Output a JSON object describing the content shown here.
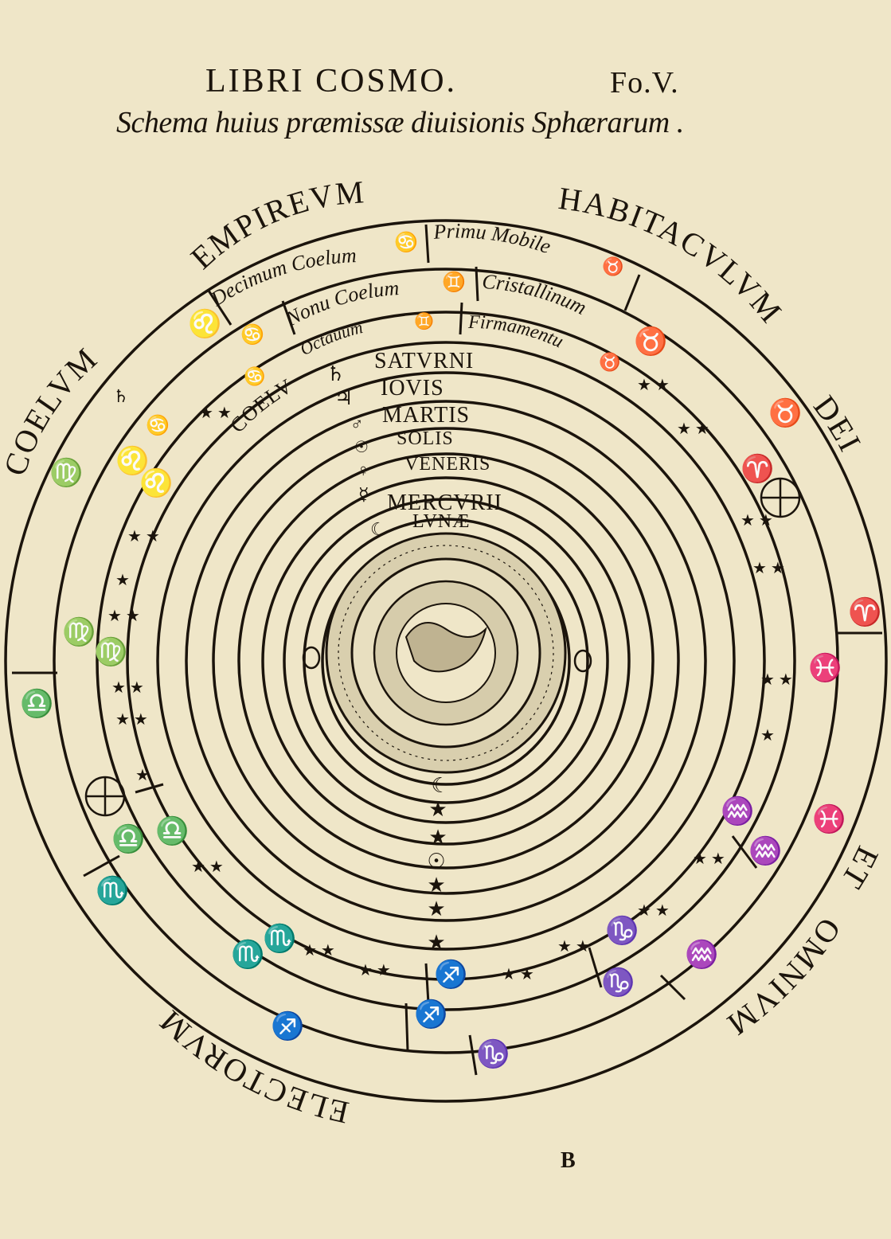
{
  "header": {
    "running_title": "LIBRI COSMO.",
    "folio": "Fo.V.",
    "caption": "Schema huius præmissæ diuisionis Sphærarum ."
  },
  "diagram": {
    "outer_arcs": [
      "EMPIREVM",
      "HABITACVLVM",
      "DEI",
      "ET",
      "OMNIVM",
      "ELECTORVM",
      "COELVM"
    ],
    "heavens": [
      "Decimum Coelum",
      "Primu Mobile",
      "Nonu Coelum",
      "Cristallinum",
      "Octauum",
      "Firmamentu"
    ],
    "planets": [
      "SATVRNI",
      "COELV",
      "IOVIS",
      "MARTIS",
      "SOLIS",
      "VENERIS",
      "MERCVRII",
      "LVNÆ"
    ]
  },
  "footer": {
    "signature": "B"
  },
  "colors": {
    "paper": "#efe6c8",
    "ink": "#1b140c"
  }
}
